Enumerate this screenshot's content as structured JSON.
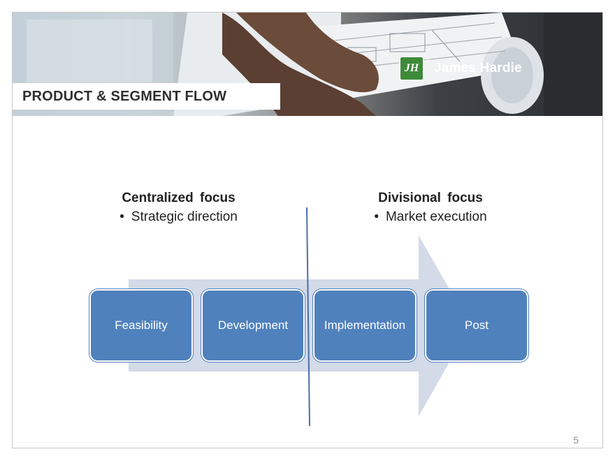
{
  "header": {
    "title": "PRODUCT & SEGMENT FLOW",
    "logo": {
      "badge_letters": "JH",
      "brand_name": "James Hardie",
      "registered_mark": "®",
      "brand_color": "#3f8a3a"
    }
  },
  "focus": {
    "left": {
      "heading": "Centralized  focus",
      "bullet": "Strategic direction"
    },
    "right": {
      "heading": "Divisional  focus",
      "bullet": "Market execution"
    },
    "bullet_glyph": "•"
  },
  "process": {
    "steps": [
      {
        "label": "Feasibility"
      },
      {
        "label": "Development"
      },
      {
        "label": "Implementation"
      },
      {
        "label": "Post"
      }
    ],
    "box_color": "#4f81bd",
    "arrow_color": "#d3dae8",
    "divider_color": "#4a6fa8"
  },
  "page_number": "5"
}
